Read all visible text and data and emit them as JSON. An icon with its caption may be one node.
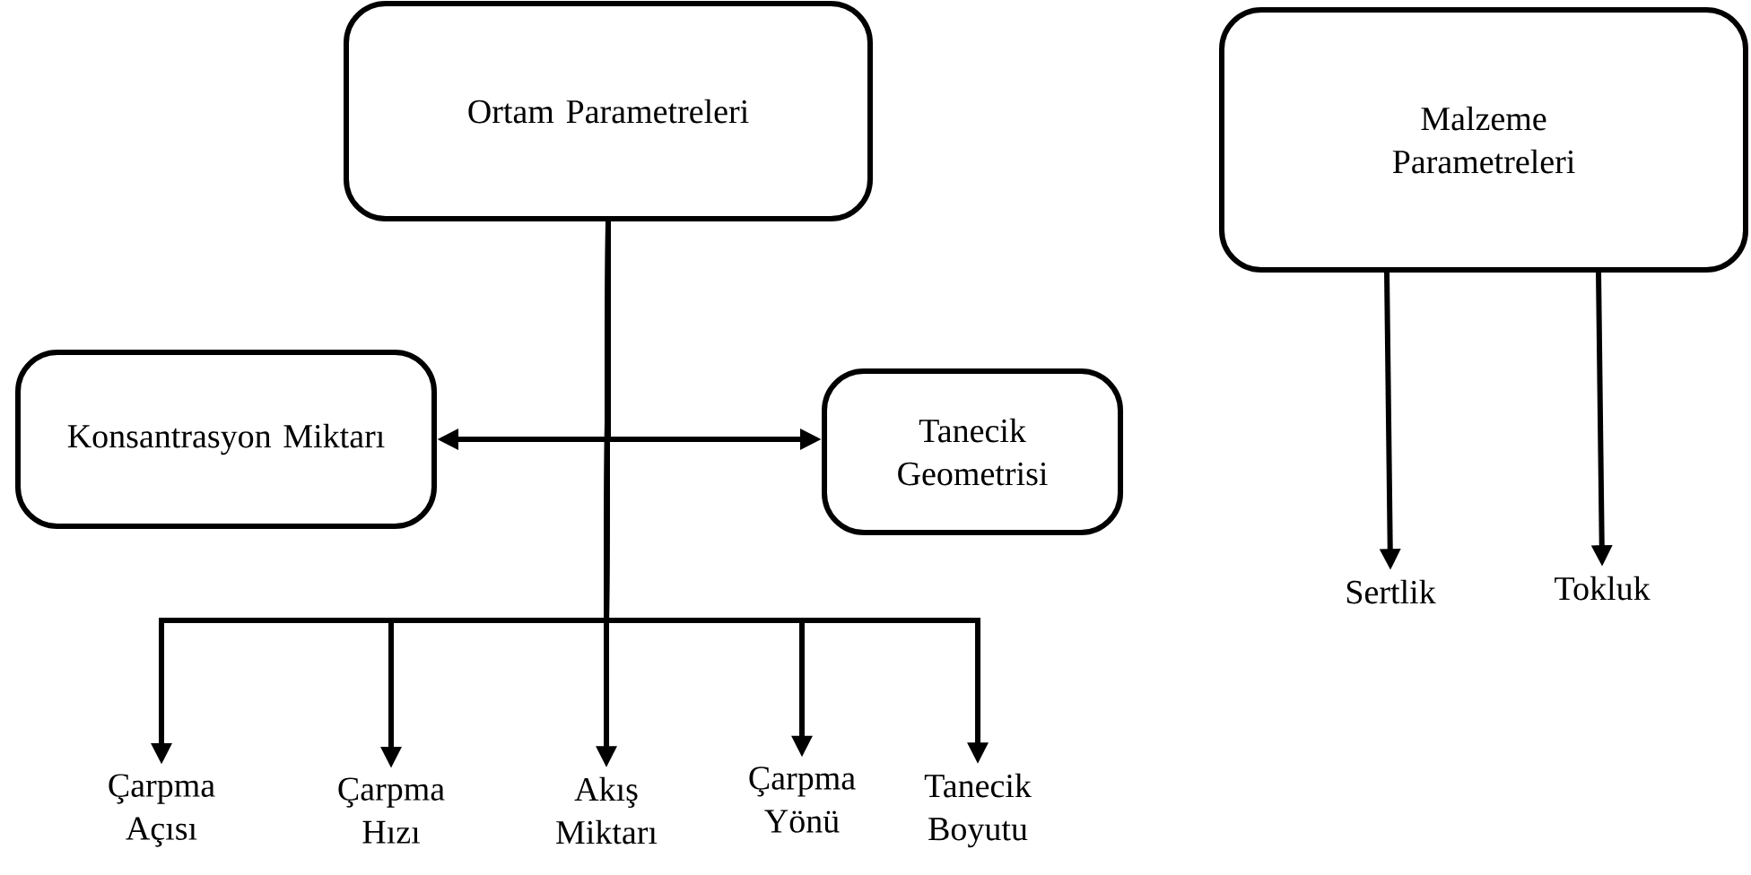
{
  "diagram": {
    "nodes": [
      {
        "text": [
          "Ortam Parametreleri"
        ]
      },
      {
        "text": [
          "Malzeme Parametreleri"
        ]
      },
      {
        "text": [
          "Konsantrasyon Miktarı"
        ]
      },
      {
        "text": [
          "Tanecik Geometrisi"
        ]
      },
      {
        "text": [
          "Çarpma Açısı"
        ]
      },
      {
        "text": [
          "Çarpma Hızı"
        ]
      },
      {
        "text": [
          "Akış Miktarı"
        ]
      },
      {
        "text": [
          "Çarpma Yönü"
        ]
      },
      {
        "text": [
          "Tanecik Boyutu"
        ]
      },
      {
        "text": [
          "Sertlik"
        ]
      },
      {
        "text": [
          "Tokluk"
        ]
      }
    ],
    "edges": [
      {
        "from": 0,
        "to": 2,
        "arrow": "to"
      },
      {
        "from": 0,
        "to": 3,
        "arrow": "to"
      },
      {
        "from": 0,
        "to": 4,
        "arrow": "to"
      },
      {
        "from": 0,
        "to": 5,
        "arrow": "to"
      },
      {
        "from": 0,
        "to": 6,
        "arrow": "to"
      },
      {
        "from": 0,
        "to": 7,
        "arrow": "to"
      },
      {
        "from": 0,
        "to": 8,
        "arrow": "to"
      },
      {
        "from": 1,
        "to": 9,
        "arrow": "to"
      },
      {
        "from": 1,
        "to": 10,
        "arrow": "to"
      }
    ]
  }
}
